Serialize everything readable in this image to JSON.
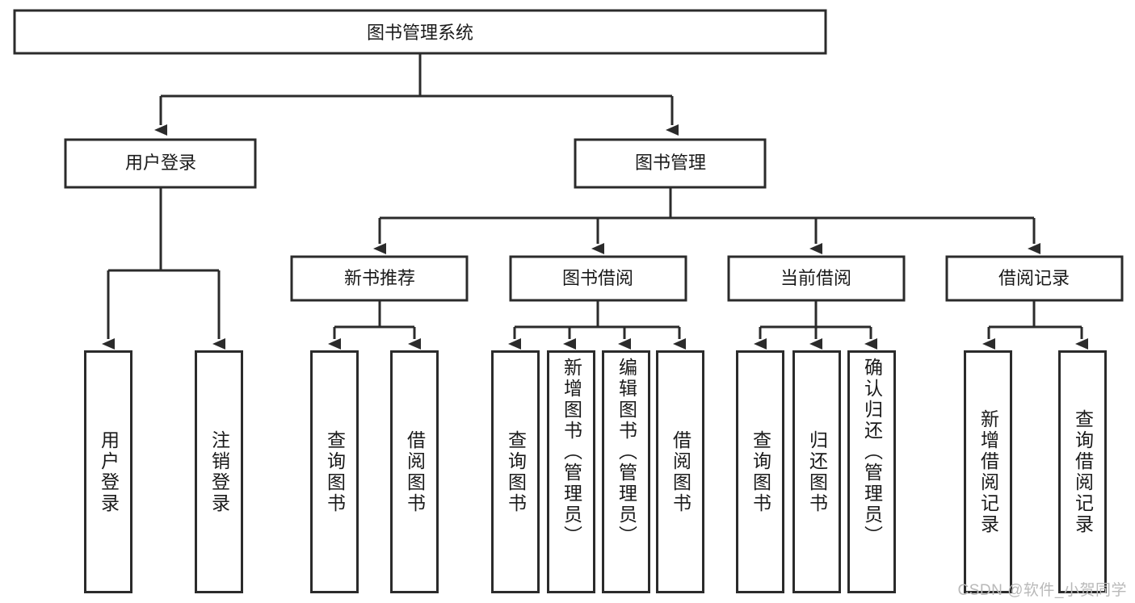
{
  "diagram": {
    "title": "图书管理系统",
    "background_color": "#ffffff",
    "line_color": "#2b2b2b",
    "text_color": "#1a1a1a",
    "type": "tree-hierarchy-diagram",
    "root": {
      "label": "图书管理系统"
    },
    "level2": [
      {
        "label": "用户登录"
      },
      {
        "label": "图书管理"
      }
    ],
    "level3": [
      {
        "label": "新书推荐"
      },
      {
        "label": "图书借阅"
      },
      {
        "label": "当前借阅"
      },
      {
        "label": "借阅记录"
      }
    ],
    "leaves": {
      "user_login": [
        {
          "label": "用户登录"
        },
        {
          "label": "注销登录"
        }
      ],
      "new_book_recommend": [
        {
          "label": "查询图书"
        },
        {
          "label": "借阅图书"
        }
      ],
      "book_borrow": [
        {
          "label": "查询图书"
        },
        {
          "label": "新增图书（管理员）"
        },
        {
          "label": "编辑图书（管理员）"
        },
        {
          "label": "借阅图书"
        }
      ],
      "current_borrow": [
        {
          "label": "查询图书"
        },
        {
          "label": "归还图书"
        },
        {
          "label": "确认归还（管理员）"
        }
      ],
      "borrow_record": [
        {
          "label": "新增借阅记录"
        },
        {
          "label": "查询借阅记录"
        }
      ]
    }
  },
  "watermark": {
    "text": "CSDN @软件_小贺同学",
    "color": "#b9b9b9"
  }
}
